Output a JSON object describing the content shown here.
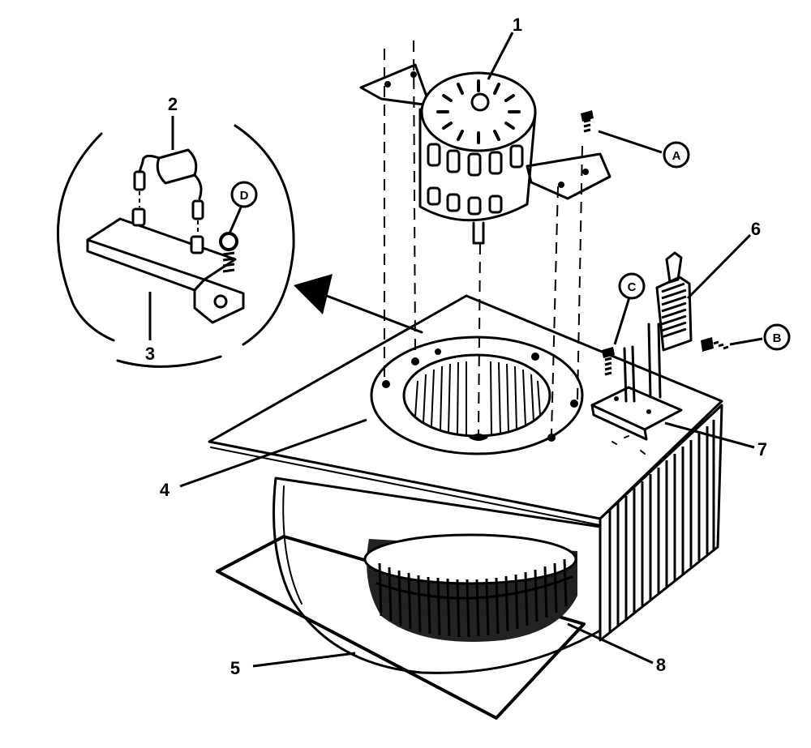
{
  "diagram": {
    "part_numbers": [
      "1",
      "2",
      "3",
      "4",
      "5",
      "6",
      "7",
      "8"
    ],
    "hardware_callouts": [
      "A",
      "B",
      "C",
      "D"
    ]
  }
}
